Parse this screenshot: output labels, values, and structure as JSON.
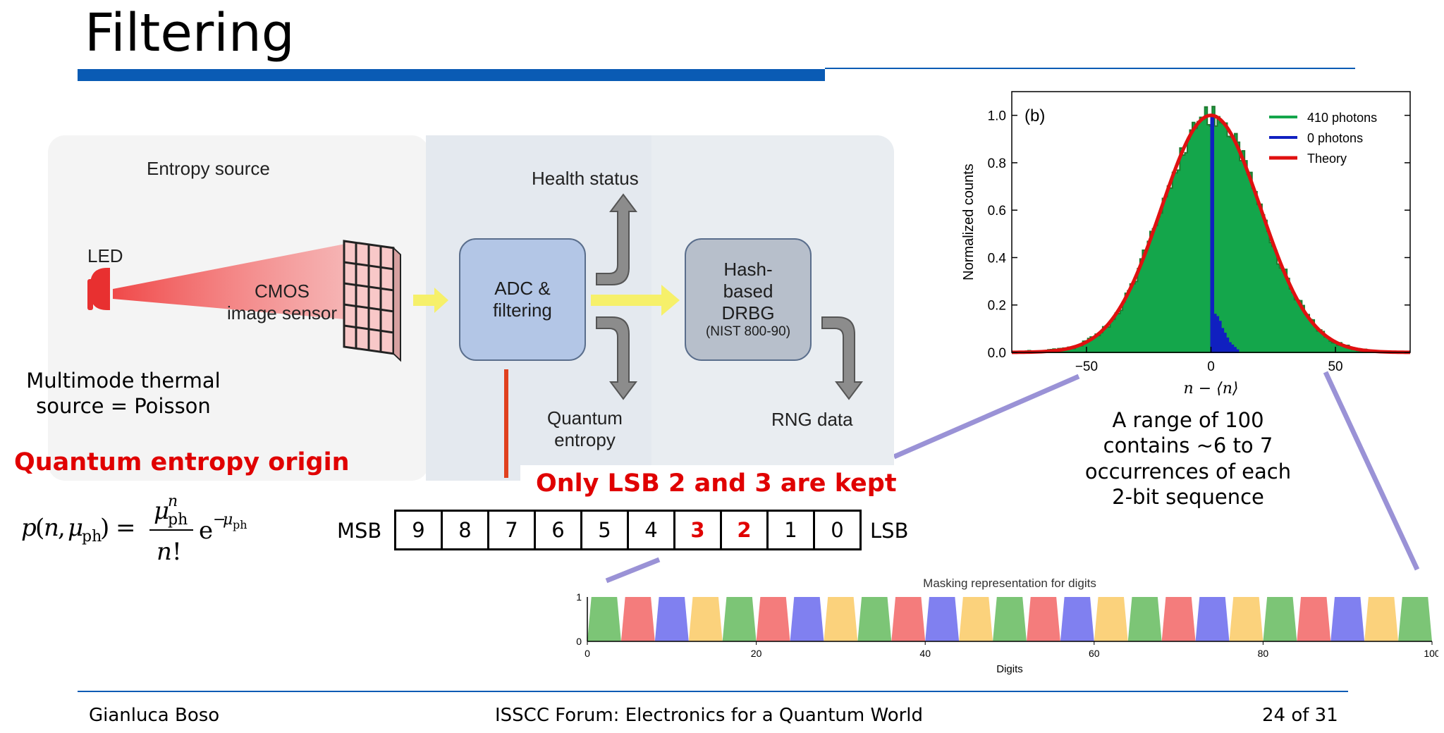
{
  "title": "Filtering",
  "diagram": {
    "entropy_source": "Entropy source",
    "led": "LED",
    "cmos": [
      "CMOS",
      "image sensor"
    ],
    "health_status": "Health status",
    "adc": [
      "ADC &",
      "filtering"
    ],
    "hash": [
      "Hash-",
      "based",
      "DRBG"
    ],
    "hash_note": "(NIST 800-90)",
    "quantum_entropy": [
      "Quantum",
      "entropy"
    ],
    "rng_data": "RNG data"
  },
  "thermal_text": [
    "Multimode thermal",
    "source = Poisson"
  ],
  "origin_label": "Quantum entropy origin",
  "kept_label": "Only LSB 2 and 3 are kept",
  "bits": {
    "msb_label": "MSB",
    "lsb_label": "LSB",
    "values": [
      "9",
      "8",
      "7",
      "6",
      "5",
      "4",
      "3",
      "2",
      "1",
      "0"
    ],
    "highlighted": [
      "3",
      "2"
    ]
  },
  "range_text": [
    "A range of 100",
    "contains ~6 to 7",
    "occurrences of each",
    "2-bit sequence"
  ],
  "colors": {
    "accent_blue": "#0a5bb4",
    "highlight_red": "#e00000",
    "histogram_green": "#14a64b",
    "theory_red": "#e01010",
    "zero_photons_blue": "#1020c0",
    "connector_purple": "#9a92d6"
  },
  "chart_data": [
    {
      "type": "bar",
      "panel_label": "(b)",
      "xlabel": "n − ⟨n⟩",
      "ylabel": "Normalized counts",
      "x_ticks": [
        "−50",
        "0",
        "50"
      ],
      "y_ticks": [
        "0.0",
        "0.2",
        "0.4",
        "0.6",
        "0.8",
        "1.0"
      ],
      "xlim": [
        -80,
        80
      ],
      "ylim": [
        0,
        1.1
      ],
      "series": [
        {
          "name": "410 photons",
          "kind": "histogram",
          "center": 0,
          "sigma": 20,
          "peak": 1.0
        },
        {
          "name": "0 photons",
          "kind": "histogram",
          "values": [
            [
              0,
              1.0
            ],
            [
              1,
              0.16
            ],
            [
              2,
              0.15
            ],
            [
              3,
              0.13
            ],
            [
              4,
              0.1
            ],
            [
              5,
              0.08
            ],
            [
              6,
              0.06
            ],
            [
              7,
              0.04
            ],
            [
              8,
              0.03
            ],
            [
              9,
              0.02
            ],
            [
              10,
              0.01
            ]
          ]
        },
        {
          "name": "Theory",
          "kind": "line",
          "center": 0,
          "sigma": 20,
          "peak": 1.0
        }
      ],
      "legend": "top-right"
    },
    {
      "type": "area",
      "title": "Masking representation for digits",
      "xlabel": "Digits",
      "x_ticks": [
        "0",
        "20",
        "40",
        "60",
        "80",
        "100"
      ],
      "y_ticks": [
        "0",
        "1"
      ],
      "xlim": [
        0,
        100
      ],
      "ylim": [
        0,
        1
      ],
      "segment_width": 4,
      "colors": [
        "#7cc576",
        "#f47c7c",
        "#8080f0",
        "#fbd27c"
      ]
    }
  ],
  "footer": {
    "author": "Gianluca Boso",
    "event": "ISSCC Forum: Electronics for a Quantum World",
    "page": "24 of 31"
  }
}
